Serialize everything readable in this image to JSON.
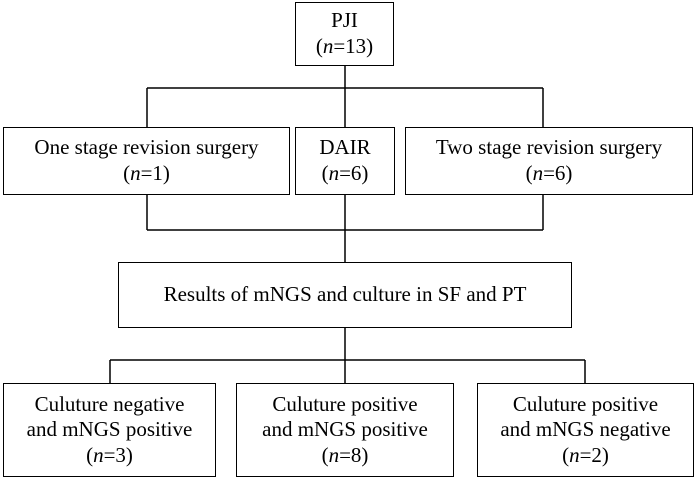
{
  "root": {
    "title": "PJI",
    "n": "13"
  },
  "surgeries": [
    {
      "label": "One stage revision surgery",
      "n": "1"
    },
    {
      "label": "DAIR",
      "n": "6"
    },
    {
      "label": "Two stage revision surgery",
      "n": "6"
    }
  ],
  "results": {
    "label": "Results of mNGS and culture in SF and PT"
  },
  "outcomes": [
    {
      "line1": "Culuture negative",
      "line2": "and mNGS positive",
      "n": "3"
    },
    {
      "line1": "Culuture positive",
      "line2": "and mNGS positive",
      "n": "8"
    },
    {
      "line1": "Culuture positive",
      "line2": "and mNGS negative",
      "n": "2"
    }
  ]
}
